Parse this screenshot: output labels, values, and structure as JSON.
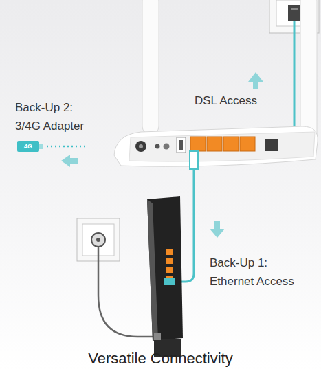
{
  "diagram": {
    "title": "Versatile Connectivity",
    "labels": [
      "Back-Up 2: 3/4G Adapter",
      "DSL Access",
      "Back-Up 1: Ethernet Access",
      "4G"
    ]
  }
}
